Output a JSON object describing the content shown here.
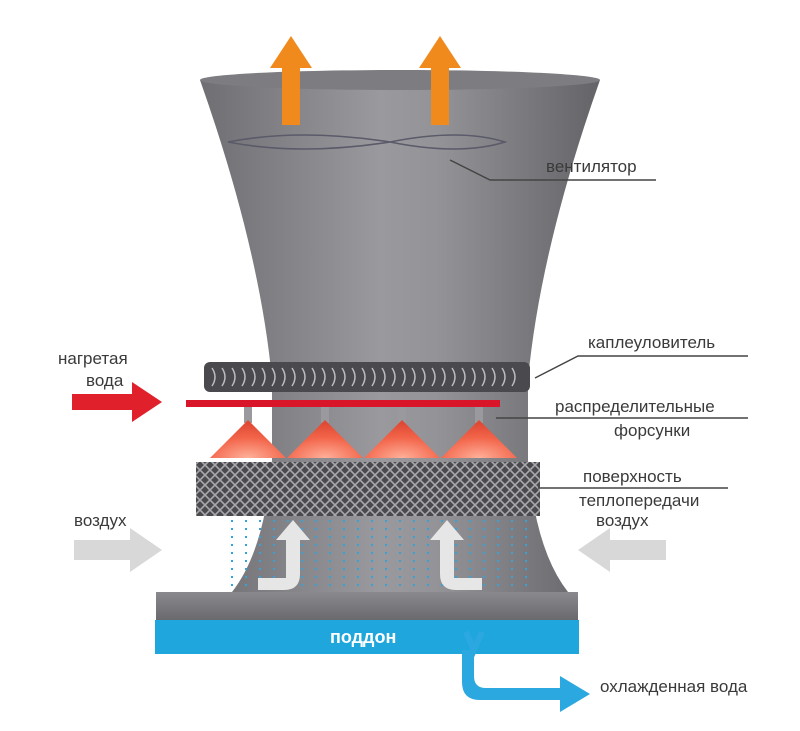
{
  "labels": {
    "fan": "вентилятор",
    "hot_water_line1": "нагретая",
    "hot_water_line2": "вода",
    "drift_eliminator": "каплеуловитель",
    "nozzles_line1": "распределительные",
    "nozzles_line2": "форсунки",
    "fill_line1": "поверхность",
    "fill_line2": "теплопередачи",
    "air_left": "воздух",
    "air_right": "воздух",
    "basin": "поддон",
    "cold_water": "охлажденная вода"
  },
  "colors": {
    "tower_body": "#8f8f93",
    "tower_dark": "#6c6c70",
    "exhaust_arrow": "#f08a1c",
    "hot_water_arrow": "#e0202a",
    "distribution_pipe": "#d9152a",
    "spray": "#f06a4a",
    "basin": "#1fa6dc",
    "cold_water_arrow": "#2aa8df",
    "air_arrow": "#d8d8d8",
    "water_drops": "#3aa0d8"
  },
  "icons": {
    "exhaust": "arrow-up-icon",
    "hot_water": "arrow-right-icon",
    "air": "arrow-right-icon",
    "cold_water": "arrow-right-icon",
    "fan": "fan-icon",
    "nozzle": "nozzle-icon"
  }
}
